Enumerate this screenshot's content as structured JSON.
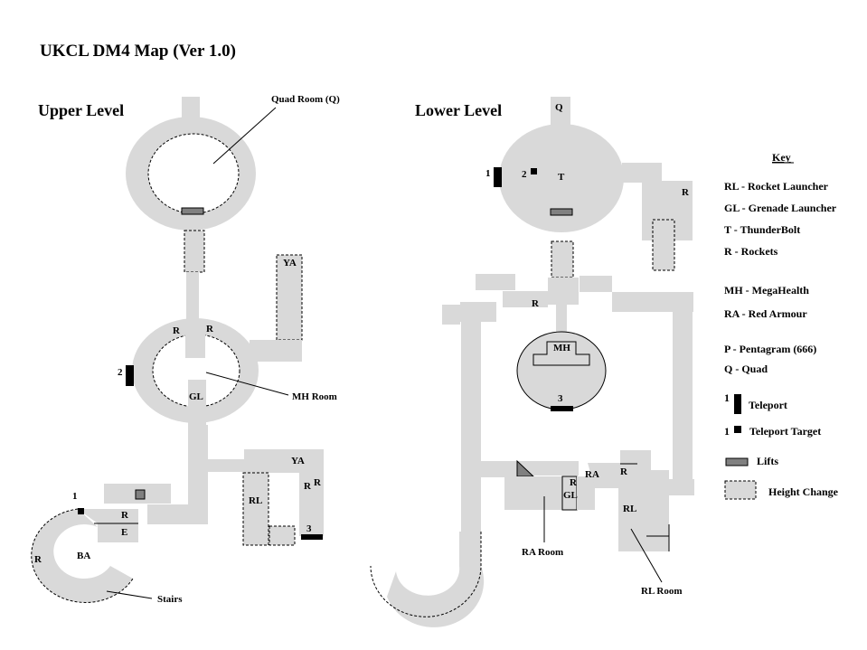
{
  "title": "UKCL DM4 Map (Ver 1.0)",
  "upper": {
    "heading": "Upper Level",
    "quad_room": "Quad Room (Q)",
    "ya_top": "YA",
    "r1": "R",
    "r2": "R",
    "tele2": "2",
    "gl": "GL",
    "mh_room": "MH Room",
    "ya_bottom": "YA",
    "r_ya1": "R",
    "r_ya2": "R",
    "rl": "RL",
    "tele3": "3",
    "tele1": "1",
    "r_corner": "R",
    "e": "E",
    "ba": "BA",
    "r_left": "R",
    "stairs": "Stairs"
  },
  "lower": {
    "heading": "Lower Level",
    "q": "Q",
    "tele1": "1",
    "target2": "2",
    "t": "T",
    "r_right": "R",
    "r_mid": "R",
    "mh": "MH",
    "tele3": "3",
    "ra": "RA",
    "r_ra": "R",
    "r_gl": "R",
    "gl": "GL",
    "rl": "RL",
    "ra_room": "RA Room",
    "rl_room": "RL Room"
  },
  "key": {
    "heading": "Key",
    "items": [
      "RL - Rocket Launcher",
      "GL - Grenade Launcher",
      "T - ThunderBolt",
      "R - Rockets",
      "MH - MegaHealth",
      "RA - Red Armour",
      "P - Pentagram (666)",
      "Q - Quad"
    ],
    "teleport_num": "1",
    "teleport": "Teleport",
    "target_num": "1",
    "teleport_target": "Teleport Target",
    "lifts": "Lifts",
    "height_change": "Height Change"
  },
  "colors": {
    "floor": "#d9d9d9",
    "lift": "#808080",
    "teleport": "#000000"
  }
}
